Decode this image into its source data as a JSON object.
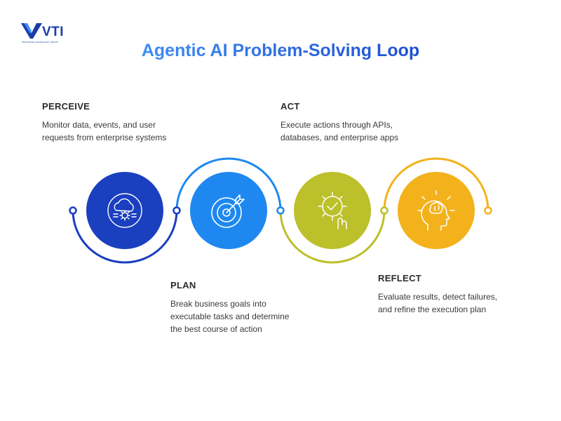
{
  "brand": {
    "logo_text": "VTI",
    "tagline": "INNOVATION TECHNOLOGY GROUP"
  },
  "title": "Agentic AI Problem-Solving Loop",
  "steps": [
    {
      "label": "PERCEIVE",
      "description_lines": [
        "Monitor data, events, and user",
        "requests from enterprise systems"
      ],
      "icon": "cloud-gear-icon",
      "color": "#1a3fbf"
    },
    {
      "label": "PLAN",
      "description_lines": [
        "Break business goals into",
        "executable tasks and determine",
        "the best course of action"
      ],
      "icon": "target-icon",
      "color": "#1e88f0"
    },
    {
      "label": "ACT",
      "description_lines": [
        "Execute actions through APIs,",
        "databases, and enterprise apps"
      ],
      "icon": "gear-check-hand-icon",
      "color": "#bcc02a"
    },
    {
      "label": "REFLECT",
      "description_lines": [
        "Evaluate results, detect failures,",
        "and refine the execution plan"
      ],
      "icon": "brain-head-icon",
      "color": "#f3b21c"
    }
  ]
}
